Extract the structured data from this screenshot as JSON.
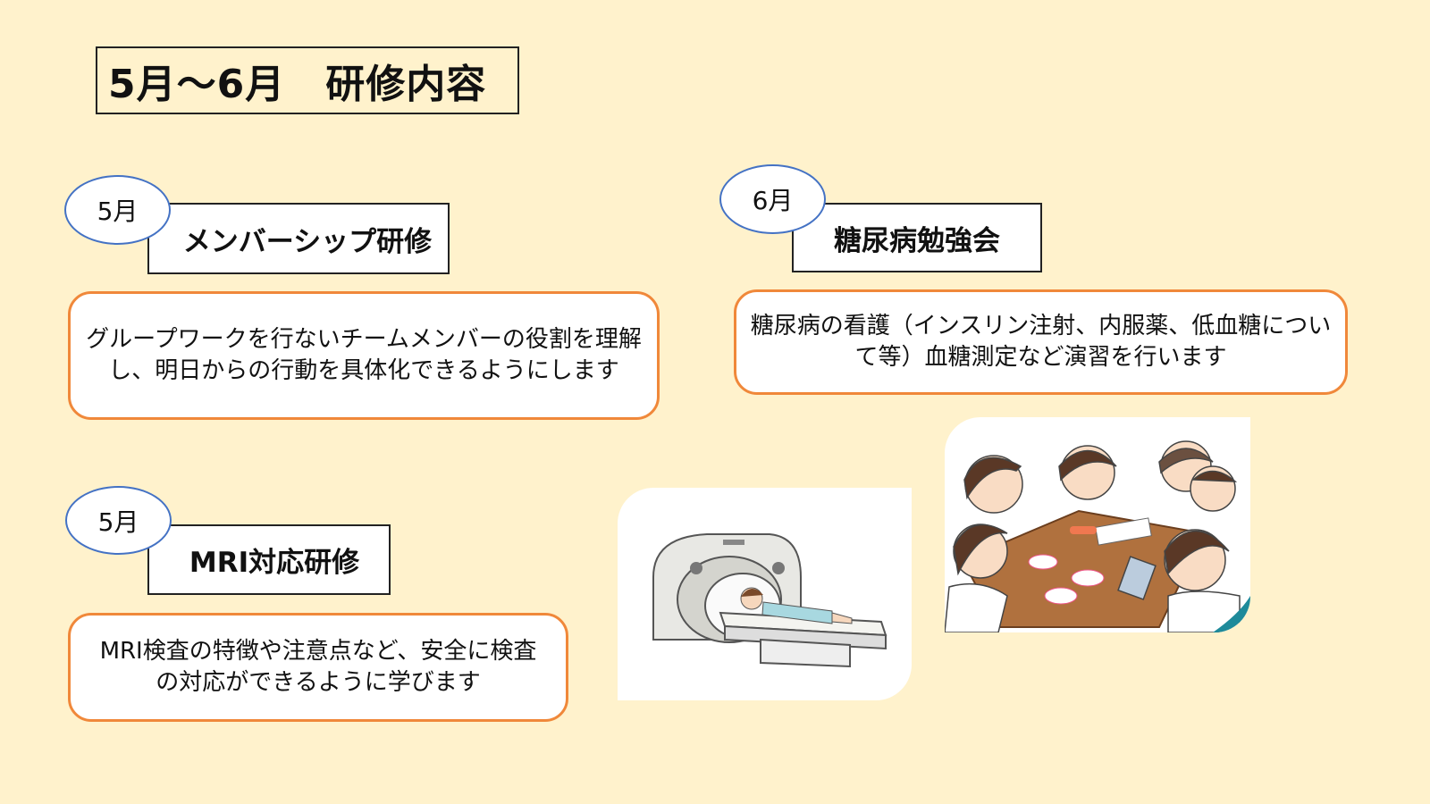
{
  "title": "5月～6月　研修内容",
  "sections": [
    {
      "month": "5月",
      "label": "メンバーシップ研修",
      "description": "グループワークを行ないチームメンバーの役割を理解し、明日からの行動を具体化できるようにします"
    },
    {
      "month": "6月",
      "label": "糖尿病勉強会",
      "description": "糖尿病の看護（インスリン注射、内服薬、低血糖について等）血糖測定など演習を行います"
    },
    {
      "month": "5月",
      "label": "MRI対応研修",
      "description": "MRI検査の特徴や注意点など、安全に検査の対応ができるように学びます"
    }
  ],
  "colors": {
    "background": "#fff2cc",
    "oval_border": "#4472c4",
    "desc_border": "#f0883a"
  }
}
